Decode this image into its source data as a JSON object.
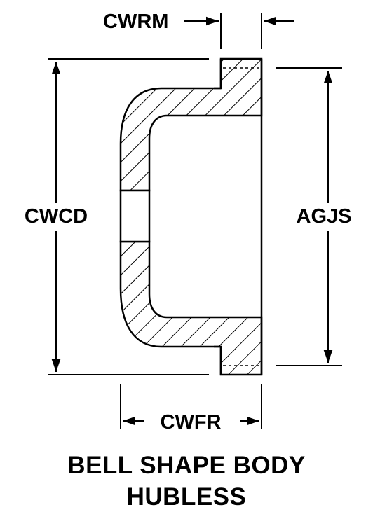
{
  "dimensions": {
    "cwrm": "CWRM",
    "cwcd": "CWCD",
    "agjs": "AGJS",
    "cwfr": "CWFR"
  },
  "caption": {
    "line1": "BELL SHAPE BODY",
    "line2": "HUBLESS"
  },
  "colors": {
    "ink": "#000000",
    "background": "#ffffff"
  }
}
